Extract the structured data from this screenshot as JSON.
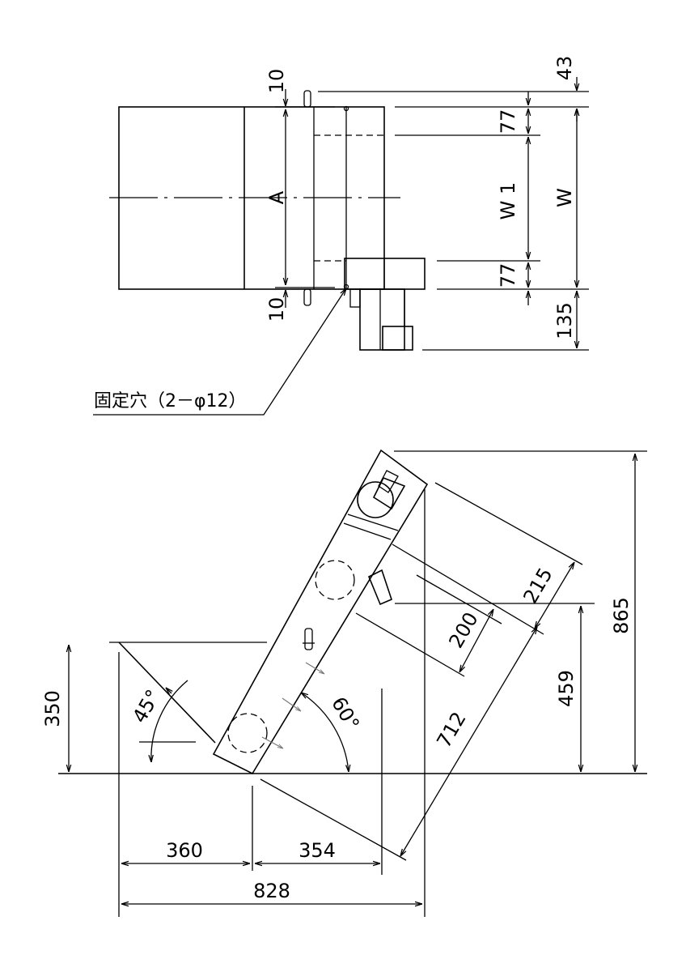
{
  "top_view": {
    "dims": {
      "d43": "43",
      "d10_top": "10",
      "d10_bottom": "10",
      "d77_top": "77",
      "d77_bottom": "77",
      "w1": "W 1",
      "w": "W",
      "a": "A",
      "d135": "135"
    },
    "callout": "固定穴（2－φ12）"
  },
  "side_view": {
    "dims": {
      "d865": "865",
      "d215": "215",
      "d200": "200",
      "d459": "459",
      "d712": "712",
      "d350": "350",
      "d360": "360",
      "d354": "354",
      "d828": "828"
    },
    "angles": {
      "a45": "45°",
      "a60": "60°"
    }
  }
}
